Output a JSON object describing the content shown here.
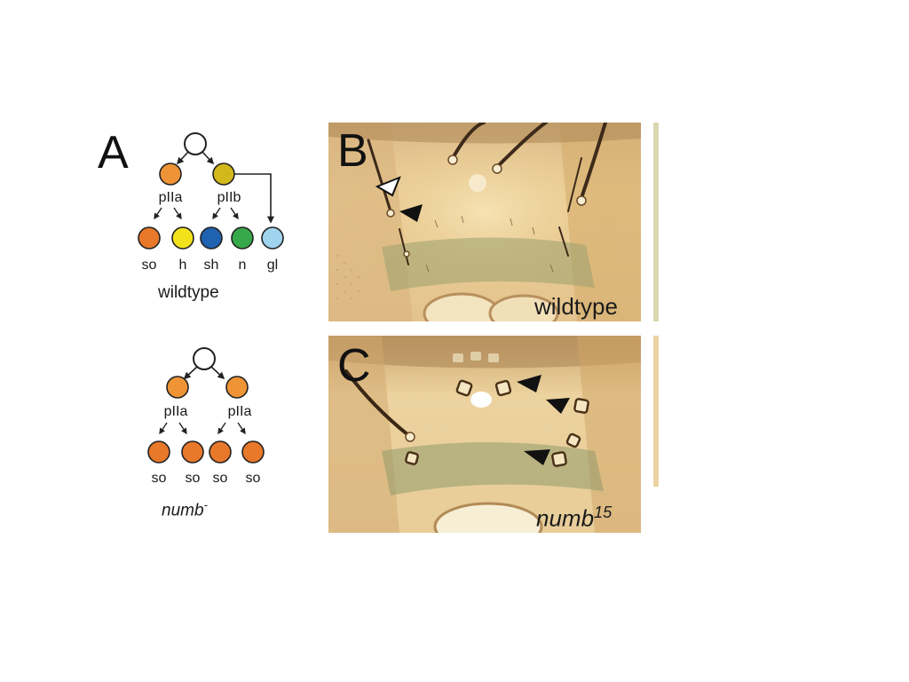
{
  "panels": {
    "a": {
      "letter": "A",
      "wildtype": {
        "progenitor_left": "pIIa",
        "progenitor_right": "pIIb",
        "cells": [
          "so",
          "h",
          "sh",
          "n",
          "gl"
        ],
        "genotype": "wildtype"
      },
      "mutant": {
        "progenitor_left": "pIIa",
        "progenitor_right": "pIIa",
        "cells": [
          "so",
          "so",
          "so",
          "so"
        ],
        "genotype_base": "numb",
        "genotype_sup": "-"
      }
    },
    "b": {
      "letter": "B",
      "caption": "wildtype"
    },
    "c": {
      "letter": "C",
      "caption_base": "numb",
      "caption_sup": "15"
    }
  },
  "colors": {
    "so": "#e8782a",
    "h": "#f2e21c",
    "sh": "#1f62b0",
    "n": "#37a84a",
    "gl": "#9fd3ee",
    "pIIa": "#ee9436",
    "pIIb": "#d3b81b",
    "root": "#ffffff",
    "cuticle": "#e9c889"
  }
}
